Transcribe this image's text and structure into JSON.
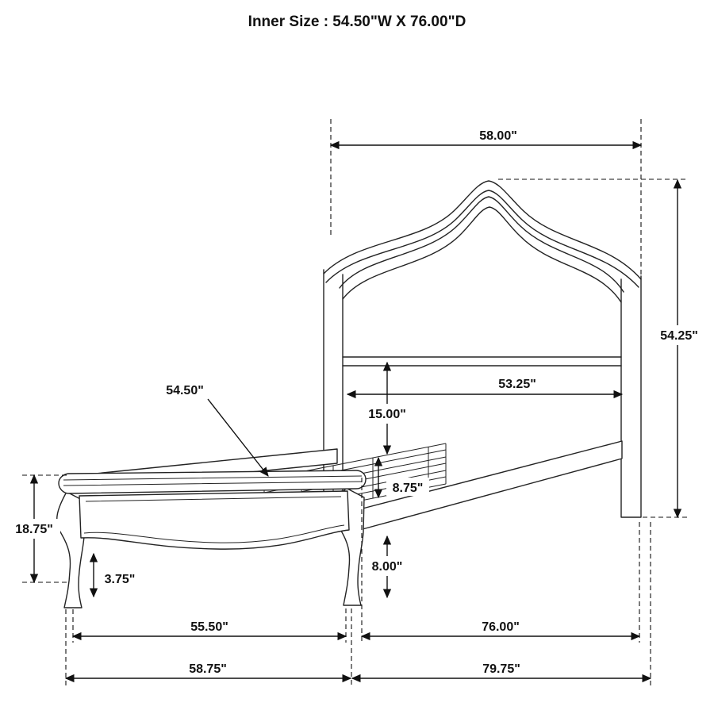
{
  "title": "Inner Size : 54.50\"W X 76.00\"D",
  "dims": {
    "headboard_width": "58.00\"",
    "headboard_height": "54.25\"",
    "inner_headboard_width": "53.25\"",
    "slat_width": "54.50\"",
    "slat_top_height": "15.00\"",
    "slat_stack_height": "8.75\"",
    "footboard_height": "18.75\"",
    "footboard_leg_height": "3.75\"",
    "rail_floor_clearance": "8.00\"",
    "footboard_width": "55.50\"",
    "inner_depth": "76.00\"",
    "overall_width": "58.75\"",
    "overall_depth": "79.75\""
  }
}
